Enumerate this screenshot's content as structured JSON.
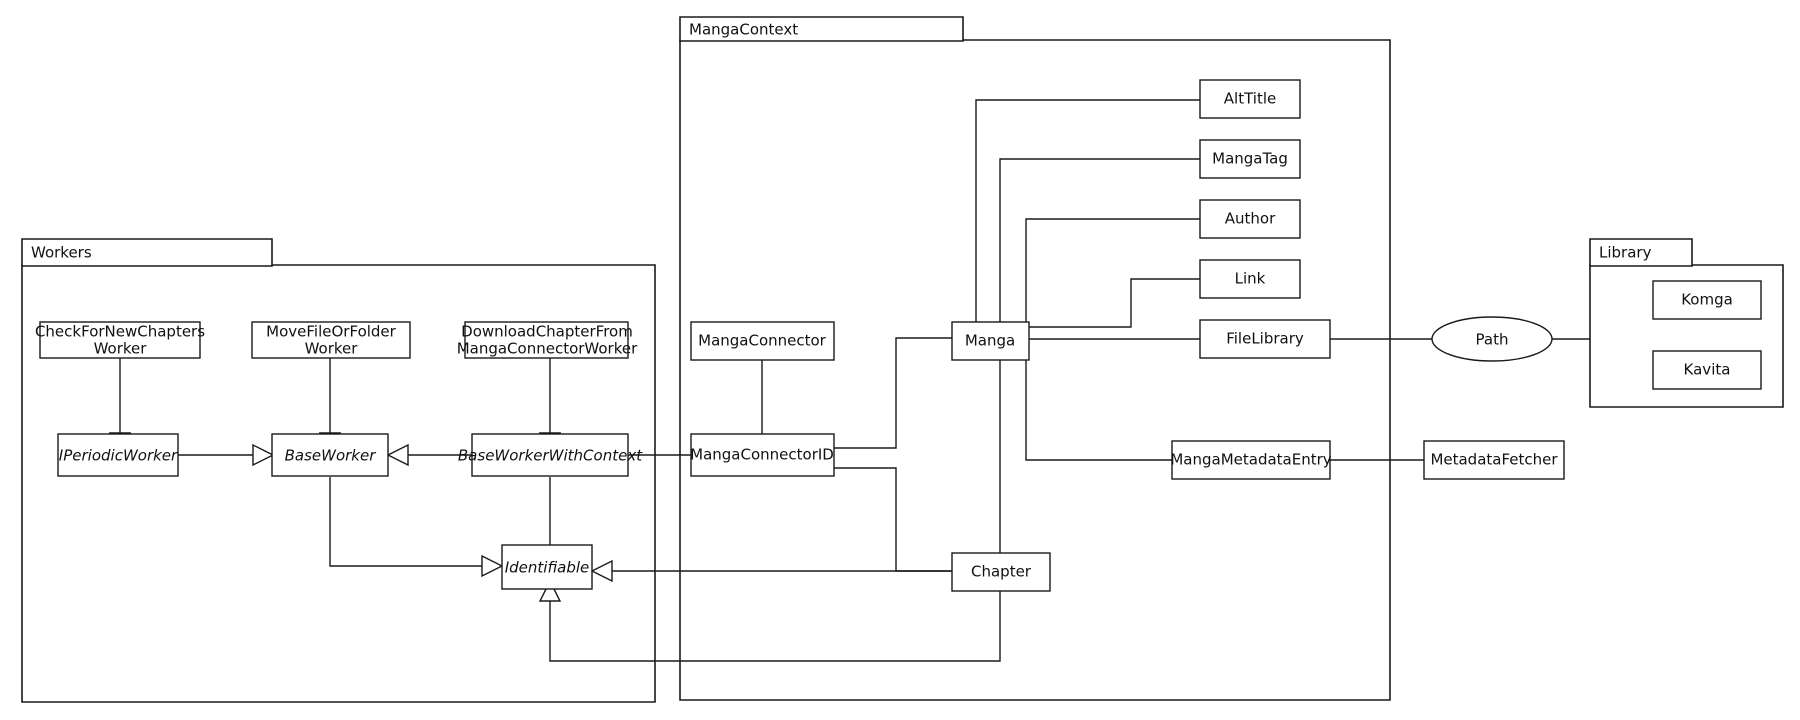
{
  "diagram": {
    "title": "Manga library domain class diagram",
    "background_color": "#ffffff",
    "line_color": "#1a1a1a",
    "text_color": "#111111"
  },
  "packages": [
    {
      "id": "workers",
      "label": "Workers"
    },
    {
      "id": "mangacontext",
      "label": "MangaContext"
    },
    {
      "id": "library",
      "label": "Library"
    }
  ],
  "nodes": {
    "check_for_new_chapters_worker": {
      "label": "CheckForNewChapters\nWorker",
      "line1": "CheckForNewChapters",
      "line2": "Worker",
      "abstract": false,
      "shape": "rect"
    },
    "move_file_or_folder_worker": {
      "label": "MoveFileOrFolder\nWorker",
      "line1": "MoveFileOrFolder",
      "line2": "Worker",
      "abstract": false,
      "shape": "rect"
    },
    "download_chapter_worker": {
      "label": "DownloadChapterFrom\nMangaConnectorWorker",
      "line1": "DownloadChapterFrom",
      "line2": "MangaConnectorWorker",
      "abstract": false,
      "shape": "rect"
    },
    "iperiodicworker": {
      "label": "IPeriodicWorker",
      "abstract": true,
      "shape": "rect"
    },
    "baseworker": {
      "label": "BaseWorker",
      "abstract": true,
      "shape": "rect"
    },
    "baseworkerwithcontext": {
      "label": "BaseWorkerWithContext",
      "abstract": true,
      "shape": "rect"
    },
    "identifiable": {
      "label": "Identifiable",
      "abstract": true,
      "shape": "rect"
    },
    "mangaconnector": {
      "label": "MangaConnector",
      "abstract": false,
      "shape": "rect"
    },
    "mangaconnectorid": {
      "label": "MangaConnectorID",
      "abstract": false,
      "shape": "rect"
    },
    "manga": {
      "label": "Manga",
      "abstract": false,
      "shape": "rect"
    },
    "chapter": {
      "label": "Chapter",
      "abstract": false,
      "shape": "rect"
    },
    "alttitle": {
      "label": "AltTitle",
      "abstract": false,
      "shape": "rect"
    },
    "mangatag": {
      "label": "MangaTag",
      "abstract": false,
      "shape": "rect"
    },
    "author": {
      "label": "Author",
      "abstract": false,
      "shape": "rect"
    },
    "link": {
      "label": "Link",
      "abstract": false,
      "shape": "rect"
    },
    "filelibrary": {
      "label": "FileLibrary",
      "abstract": false,
      "shape": "rect"
    },
    "mangametadataentry": {
      "label": "MangaMetadataEntry",
      "abstract": false,
      "shape": "rect"
    },
    "metadatafetcher": {
      "label": "MetadataFetcher",
      "abstract": false,
      "shape": "rect"
    },
    "path": {
      "label": "Path",
      "abstract": false,
      "shape": "ellipse"
    },
    "komga": {
      "label": "Komga",
      "abstract": false,
      "shape": "rect"
    },
    "kavita": {
      "label": "Kavita",
      "abstract": false,
      "shape": "rect"
    }
  },
  "relationships": [
    {
      "from": "check_for_new_chapters_worker",
      "to": "iperiodicworker",
      "type": "generalization"
    },
    {
      "from": "move_file_or_folder_worker",
      "to": "baseworker",
      "type": "generalization"
    },
    {
      "from": "download_chapter_worker",
      "to": "baseworkerwithcontext",
      "type": "generalization"
    },
    {
      "from": "iperiodicworker",
      "to": "baseworker",
      "type": "generalization"
    },
    {
      "from": "baseworkerwithcontext",
      "to": "baseworker",
      "type": "generalization"
    },
    {
      "from": "baseworkerwithcontext",
      "to": "identifiable",
      "type": "generalization"
    },
    {
      "from": "baseworker",
      "to": "identifiable",
      "type": "generalization"
    },
    {
      "from": "chapter",
      "to": "identifiable",
      "type": "generalization"
    },
    {
      "from": "mangaconnectorid",
      "to": "identifiable",
      "type": "generalization"
    },
    {
      "from": "mangaconnector",
      "to": "mangaconnectorid",
      "type": "association"
    },
    {
      "from": "mangaconnectorid",
      "to": "manga",
      "type": "association"
    },
    {
      "from": "mangaconnectorid",
      "to": "chapter",
      "type": "association"
    },
    {
      "from": "manga",
      "to": "alttitle",
      "type": "association"
    },
    {
      "from": "manga",
      "to": "mangatag",
      "type": "association"
    },
    {
      "from": "manga",
      "to": "author",
      "type": "association"
    },
    {
      "from": "manga",
      "to": "link",
      "type": "association"
    },
    {
      "from": "manga",
      "to": "filelibrary",
      "type": "association"
    },
    {
      "from": "manga",
      "to": "chapter",
      "type": "association"
    },
    {
      "from": "manga",
      "to": "mangametadataentry",
      "type": "association"
    },
    {
      "from": "mangametadataentry",
      "to": "metadatafetcher",
      "type": "association"
    },
    {
      "from": "filelibrary",
      "to": "path",
      "type": "association"
    },
    {
      "from": "path",
      "to": "library",
      "type": "association"
    }
  ]
}
